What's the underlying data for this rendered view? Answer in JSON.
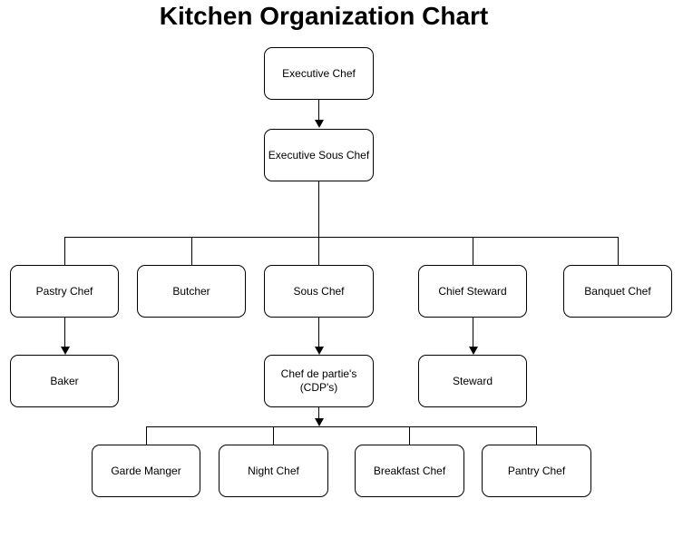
{
  "title": "Kitchen Organization Chart",
  "nodes": {
    "executive_chef": "Executive Chef",
    "executive_sous_chef": "Executive Sous Chef",
    "pastry_chef": "Pastry Chef",
    "butcher": "Butcher",
    "sous_chef": "Sous Chef",
    "chief_steward": "Chief Steward",
    "banquet_chef": "Banquet Chef",
    "baker": "Baker",
    "chef_de_partie": "Chef de partie's (CDP's)",
    "steward": "Steward",
    "garde_manger": "Garde Manger",
    "night_chef": "Night Chef",
    "breakfast_chef": "Breakfast Chef",
    "pantry_chef": "Pantry Chef"
  },
  "edges": [
    {
      "from": "Executive Chef",
      "to": "Executive Sous Chef",
      "arrow": true
    },
    {
      "from": "Executive Sous Chef",
      "to": "Pastry Chef",
      "arrow": false
    },
    {
      "from": "Executive Sous Chef",
      "to": "Butcher",
      "arrow": false
    },
    {
      "from": "Executive Sous Chef",
      "to": "Sous Chef",
      "arrow": false
    },
    {
      "from": "Executive Sous Chef",
      "to": "Chief Steward",
      "arrow": false
    },
    {
      "from": "Executive Sous Chef",
      "to": "Banquet Chef",
      "arrow": false
    },
    {
      "from": "Pastry Chef",
      "to": "Baker",
      "arrow": true
    },
    {
      "from": "Sous Chef",
      "to": "Chef de partie's (CDP's)",
      "arrow": true
    },
    {
      "from": "Chief Steward",
      "to": "Steward",
      "arrow": true
    },
    {
      "from": "Chef de partie's (CDP's)",
      "to": "Garde Manger",
      "arrow": true
    },
    {
      "from": "Chef de partie's (CDP's)",
      "to": "Night Chef",
      "arrow": true
    },
    {
      "from": "Chef de partie's (CDP's)",
      "to": "Breakfast Chef",
      "arrow": true
    },
    {
      "from": "Chef de partie's (CDP's)",
      "to": "Pantry Chef",
      "arrow": true
    }
  ],
  "colors": {
    "background": "#ffffff",
    "box_border": "#000000",
    "line": "#000000",
    "text": "#000000"
  }
}
